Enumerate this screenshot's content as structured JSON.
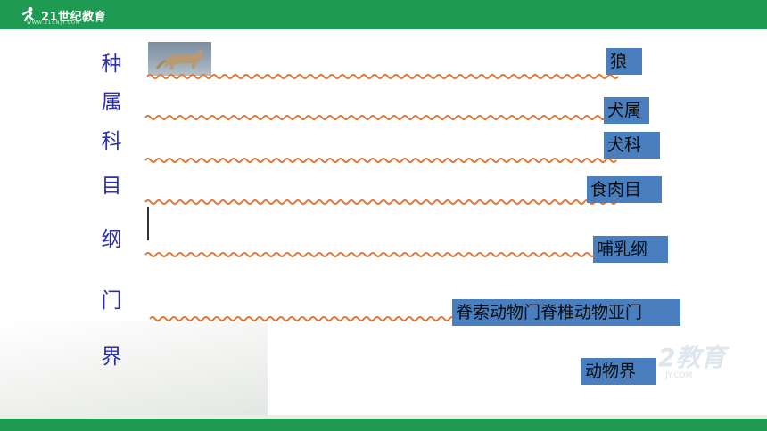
{
  "header": {
    "logo_text": "21世纪教育",
    "logo_sub": "WWW.21CNJY.COM"
  },
  "ranks": [
    "种",
    "属",
    "科",
    "目",
    "纲",
    "门",
    "界"
  ],
  "labels": [
    "狼",
    "犬属",
    "犬科",
    "食肉目",
    "哺乳纲",
    "脊索动物门脊椎动物亚门",
    "动物界"
  ],
  "watermark": {
    "main": "2教育",
    "sub": "JY.COM"
  },
  "colors": {
    "header_green": "#1f9a53",
    "rank_text": "#2b2fb0",
    "label_bg": "#4a7fbf",
    "wave_orange": "#e07a3a"
  }
}
